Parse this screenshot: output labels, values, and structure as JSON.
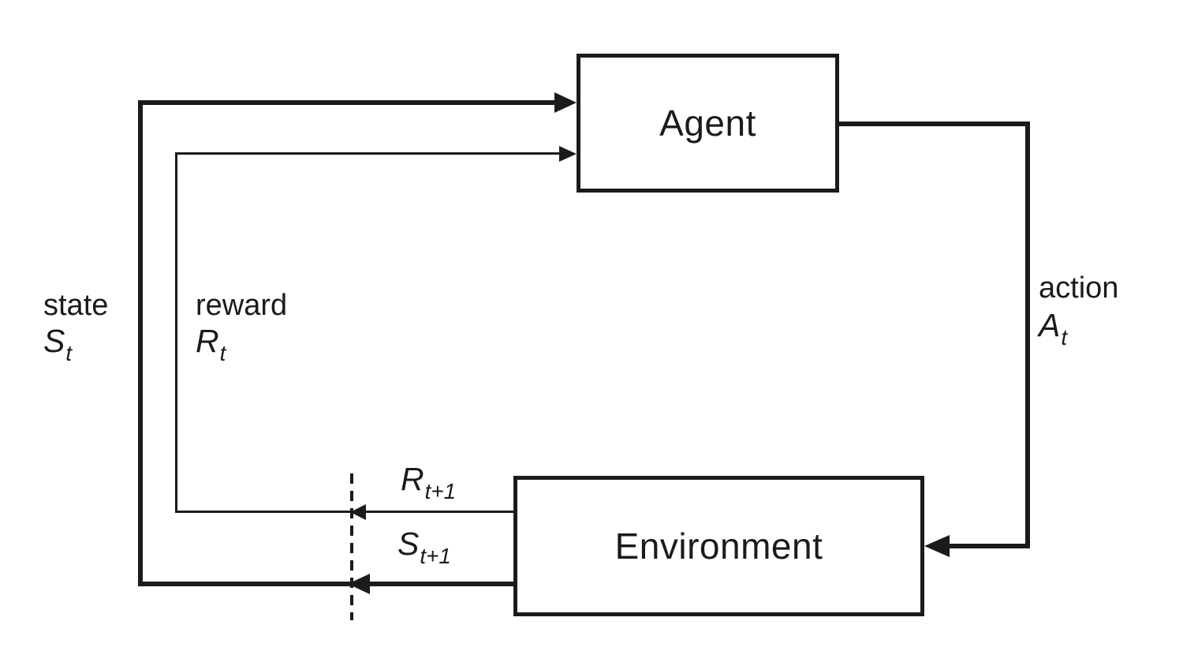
{
  "diagram": {
    "type": "flow-diagram",
    "topic": "reinforcement-learning agent-environment interaction loop",
    "boxes": {
      "agent": {
        "label": "Agent"
      },
      "environment": {
        "label": "Environment"
      }
    },
    "labels": {
      "state": {
        "word": "state",
        "symbol": "S",
        "subscript": "t"
      },
      "reward": {
        "word": "reward",
        "symbol": "R",
        "subscript": "t"
      },
      "action": {
        "word": "action",
        "symbol": "A",
        "subscript": "t"
      },
      "next_reward": {
        "symbol": "R",
        "subscript": "t+1"
      },
      "next_state": {
        "symbol": "S",
        "subscript": "t+1"
      }
    },
    "arrows": [
      {
        "name": "state-into-agent",
        "from": "environment",
        "to": "agent",
        "style": "thick"
      },
      {
        "name": "reward-into-agent",
        "from": "environment",
        "to": "agent",
        "style": "thin"
      },
      {
        "name": "action-into-environment",
        "from": "agent",
        "to": "environment",
        "style": "thick"
      },
      {
        "name": "next-state-at-boundary",
        "at": "dashed time-step boundary",
        "style": "thick"
      },
      {
        "name": "next-reward-at-boundary",
        "at": "dashed time-step boundary",
        "style": "thin"
      }
    ],
    "colors": {
      "line": "#1b1b1b",
      "background": "#ffffff",
      "text": "#1b1b1b"
    }
  }
}
